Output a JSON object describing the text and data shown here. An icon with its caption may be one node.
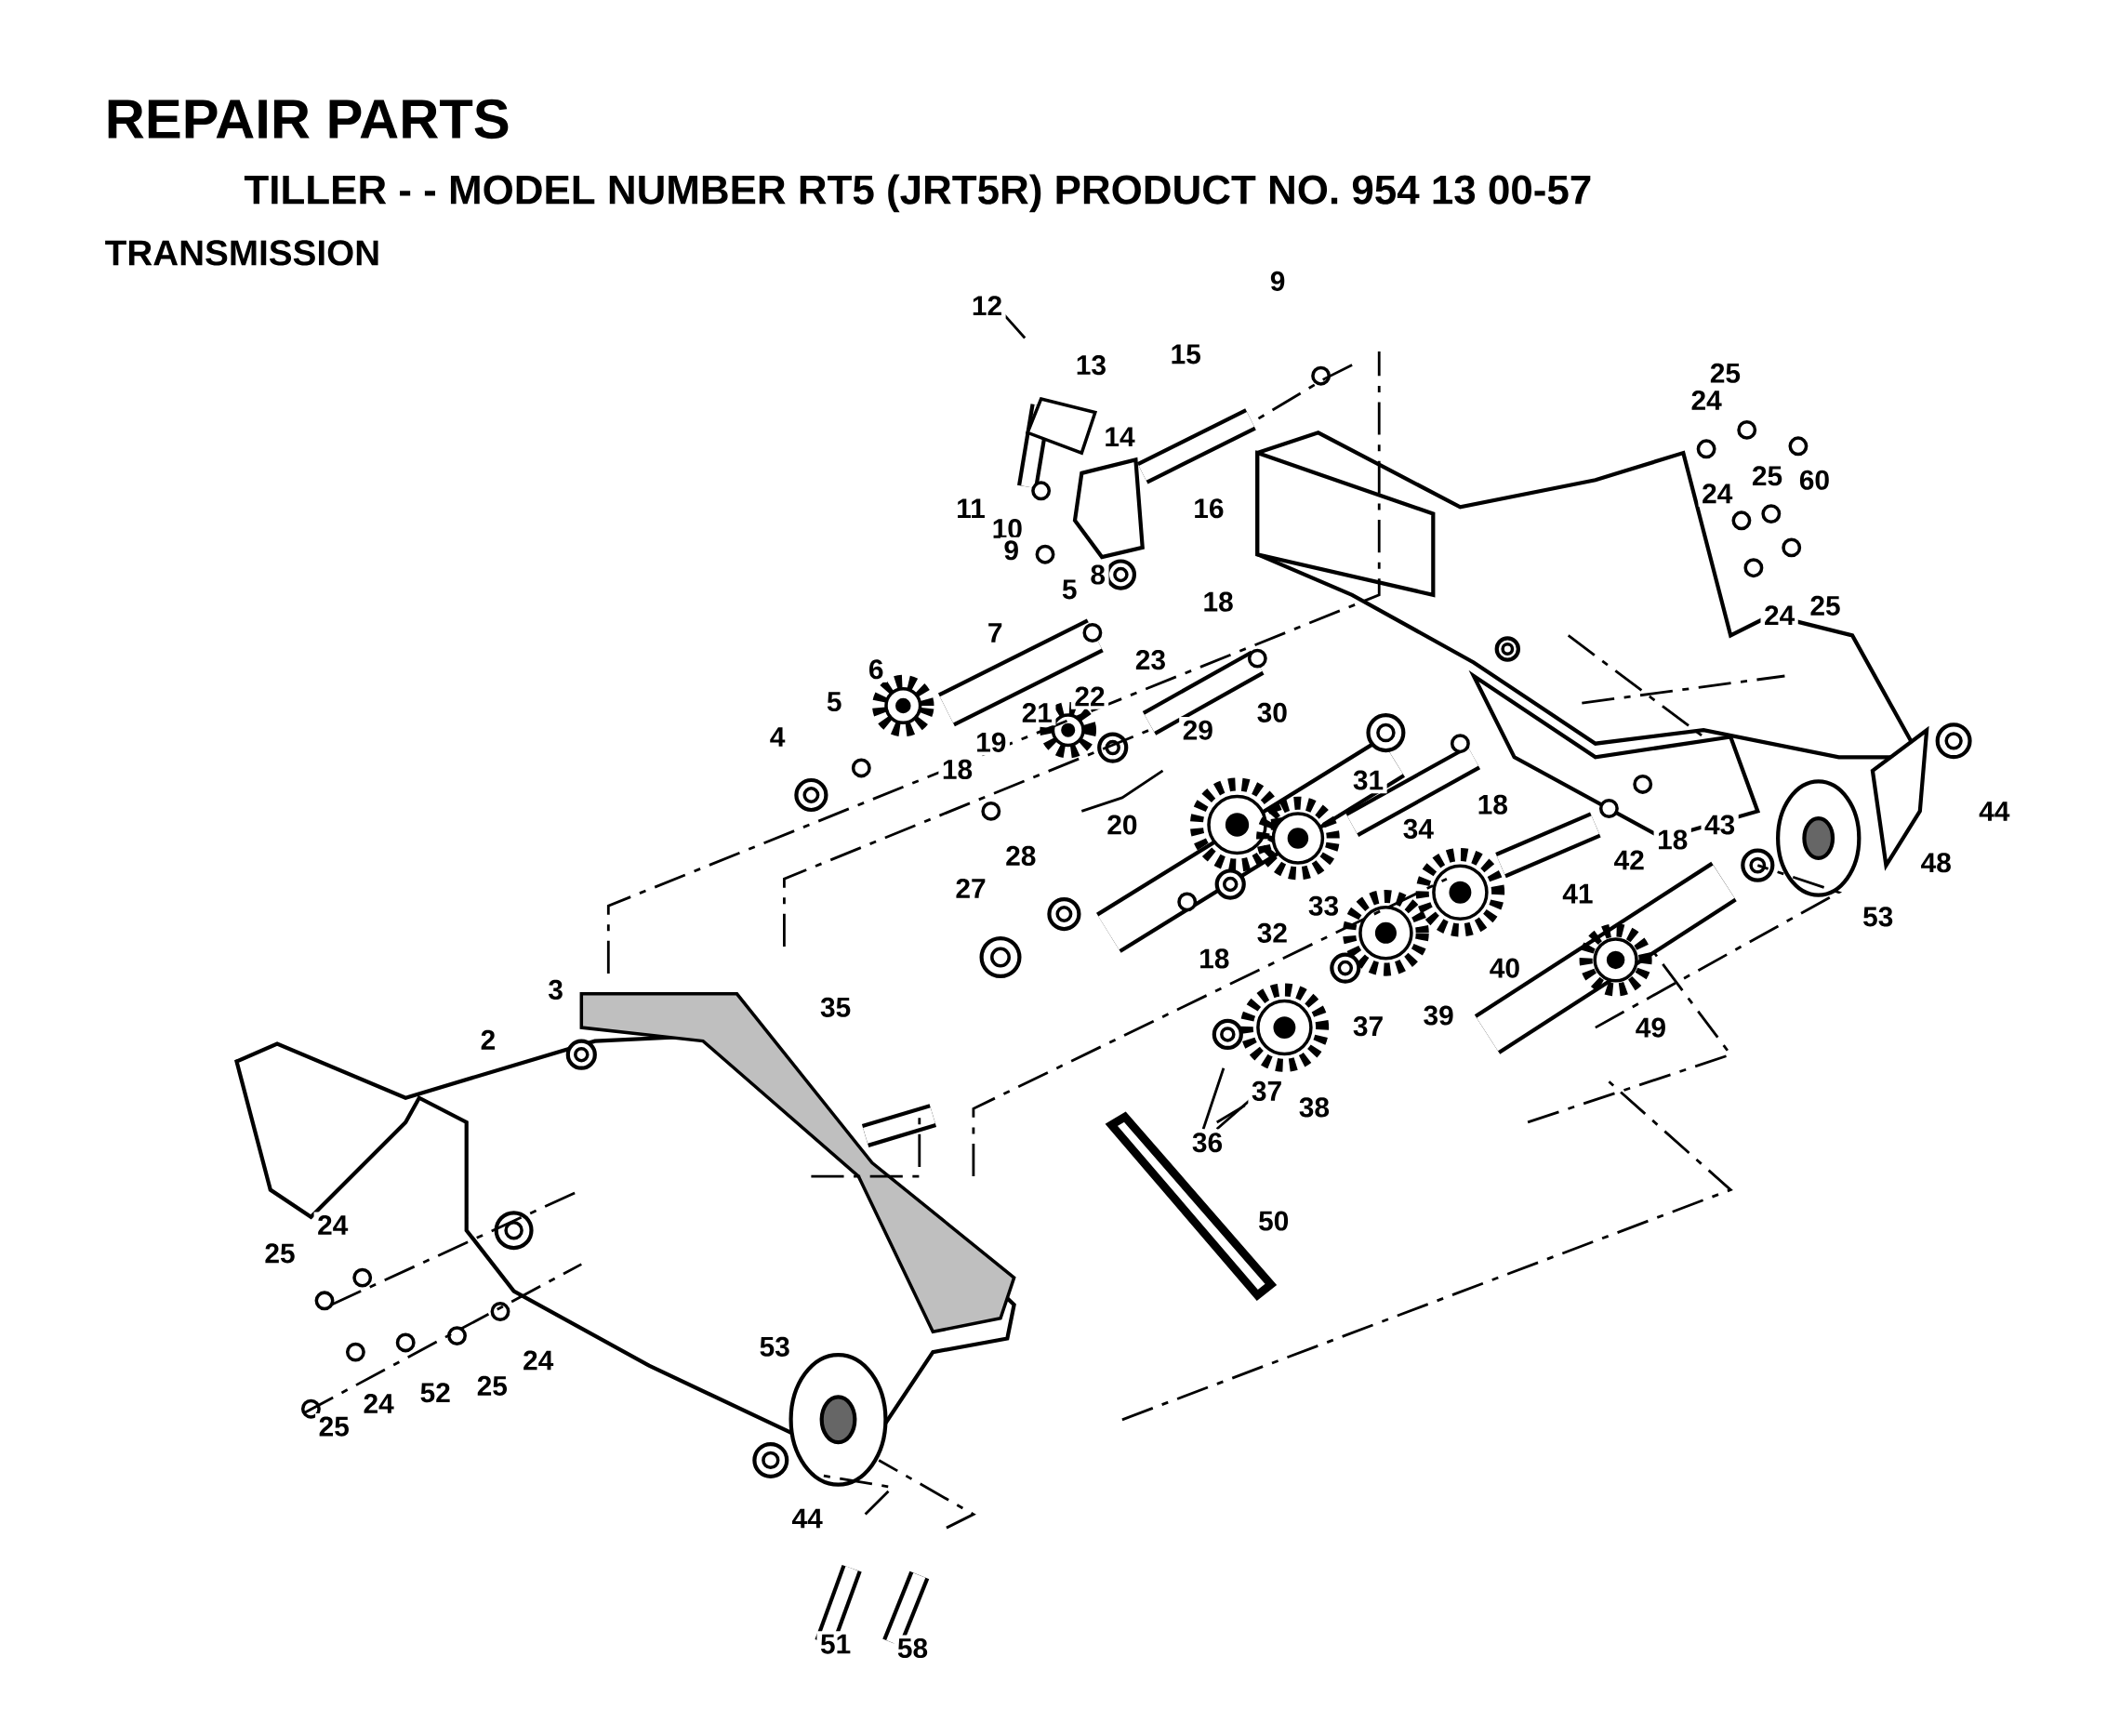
{
  "diagram": {
    "title": "REPAIR PARTS",
    "labels": [
      "TILLER - - MODEL NUMBER RT5 (JRT5R) PRODUCT NO. 954 13 00-57",
      "TRANSMISSION",
      "12",
      "13",
      "15",
      "9",
      "24",
      "25",
      "11",
      "14",
      "16",
      "10",
      "25",
      "60",
      "24",
      "9",
      "5",
      "8",
      "18",
      "24",
      "25",
      "7",
      "23",
      "6",
      "5",
      "22",
      "30",
      "4",
      "21",
      "29",
      "19",
      "18",
      "20",
      "31",
      "18",
      "34",
      "44",
      "42",
      "18",
      "43",
      "48",
      "28",
      "41",
      "33",
      "27",
      "32",
      "40",
      "53",
      "18",
      "3",
      "35",
      "37",
      "39",
      "49",
      "2",
      "38",
      "37",
      "36",
      "50",
      "24",
      "25",
      "24",
      "52",
      "25",
      "24",
      "25",
      "53",
      "44",
      "51",
      "58"
    ]
  }
}
